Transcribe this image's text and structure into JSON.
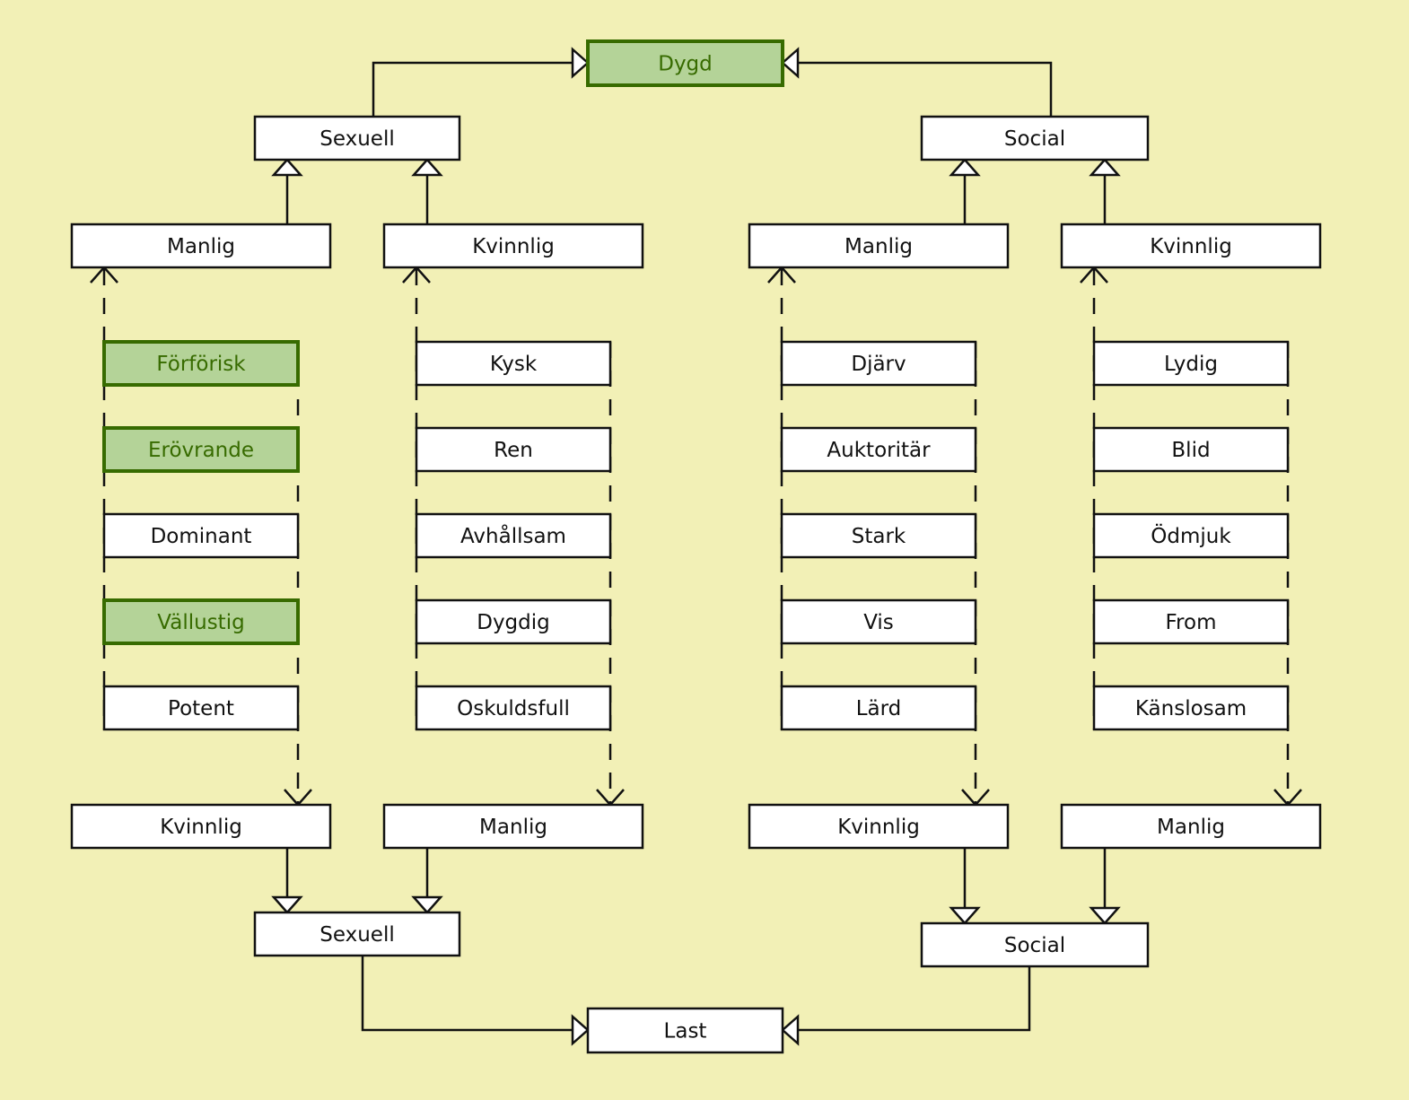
{
  "diagram": {
    "top": {
      "label": "Dygd",
      "highlighted": true
    },
    "bottom": {
      "label": "Last",
      "highlighted": false
    },
    "top_categories": [
      {
        "label": "Sexuell"
      },
      {
        "label": "Social"
      }
    ],
    "bottom_categories": [
      {
        "label": "Sexuell"
      },
      {
        "label": "Social"
      }
    ],
    "top_genders": [
      {
        "label": "Manlig"
      },
      {
        "label": "Kvinnlig"
      },
      {
        "label": "Manlig"
      },
      {
        "label": "Kvinnlig"
      }
    ],
    "bottom_genders": [
      {
        "label": "Kvinnlig"
      },
      {
        "label": "Manlig"
      },
      {
        "label": "Kvinnlig"
      },
      {
        "label": "Manlig"
      }
    ],
    "trait_columns": [
      {
        "traits": [
          {
            "label": "Förförisk",
            "highlighted": true
          },
          {
            "label": "Erövrande",
            "highlighted": true
          },
          {
            "label": "Dominant",
            "highlighted": false
          },
          {
            "label": "Vällustig",
            "highlighted": true
          },
          {
            "label": "Potent",
            "highlighted": false
          }
        ]
      },
      {
        "traits": [
          {
            "label": "Kysk",
            "highlighted": false
          },
          {
            "label": "Ren",
            "highlighted": false
          },
          {
            "label": "Avhållsam",
            "highlighted": false
          },
          {
            "label": "Dygdig",
            "highlighted": false
          },
          {
            "label": "Oskuldsfull",
            "highlighted": false
          }
        ]
      },
      {
        "traits": [
          {
            "label": "Djärv",
            "highlighted": false
          },
          {
            "label": "Auktoritär",
            "highlighted": false
          },
          {
            "label": "Stark",
            "highlighted": false
          },
          {
            "label": "Vis",
            "highlighted": false
          },
          {
            "label": "Lärd",
            "highlighted": false
          }
        ]
      },
      {
        "traits": [
          {
            "label": "Lydig",
            "highlighted": false
          },
          {
            "label": "Blid",
            "highlighted": false
          },
          {
            "label": "Ödmjuk",
            "highlighted": false
          },
          {
            "label": "From",
            "highlighted": false
          },
          {
            "label": "Känslosam",
            "highlighted": false
          }
        ]
      }
    ],
    "colors": {
      "background": "#f2f0b6",
      "highlight_fill": "#b4d398",
      "highlight_stroke": "#376b00",
      "node_fill": "#ffffff",
      "line": "#111111"
    }
  }
}
